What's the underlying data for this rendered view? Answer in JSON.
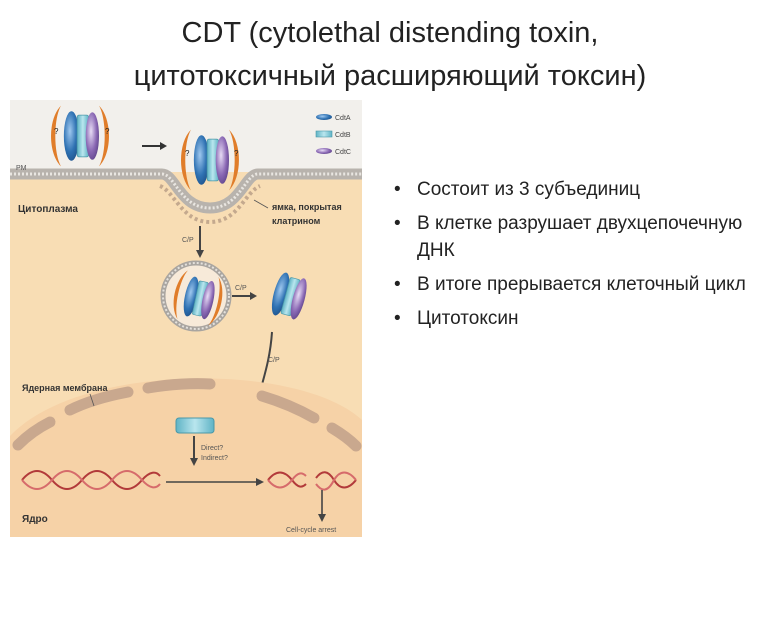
{
  "slide": {
    "title_line1": "CDT (cytolethal distending toxin,",
    "title_line2": "цитотоксичный расширяющий токсин)",
    "bullets": [
      "Состоит из 3 субъединиц",
      "В клетке разрушает двухцепочечную ДНК",
      "В итоге прерывается клеточный цикл",
      "Цитотоксин"
    ]
  },
  "figure": {
    "legend": [
      "CdtA",
      "CdtB",
      "CdtC"
    ],
    "pm_label": "PM",
    "cytoplasm_label": "Цитоплазма",
    "pit_label_line1": "ямка, покрытая",
    "pit_label_line2": "клатрином",
    "nuclear_membrane_label": "Ядерная мембрана",
    "nucleus_label": "Ядро",
    "q_label_1": "?",
    "q_label_2": "?",
    "q_label_3": "?",
    "q_label_4": "?",
    "cp_label_1": "C/P",
    "cp_label_2": "C/P",
    "cp_label_3": "C/P",
    "direct_label": "Direct?",
    "indirect_label": "Indirect?",
    "arrest_label": "Cell-cycle arrest",
    "colors": {
      "cdtA": "#2f72b3",
      "cdtB": "#7fcbd8",
      "cdtC": "#8a68b4",
      "orange": "#e07d2a",
      "cytoplasm": "#f8ddb4",
      "nucleus": "#f6d2a7",
      "membrane": "#c9a88e",
      "dna": "#b23a3a"
    }
  }
}
